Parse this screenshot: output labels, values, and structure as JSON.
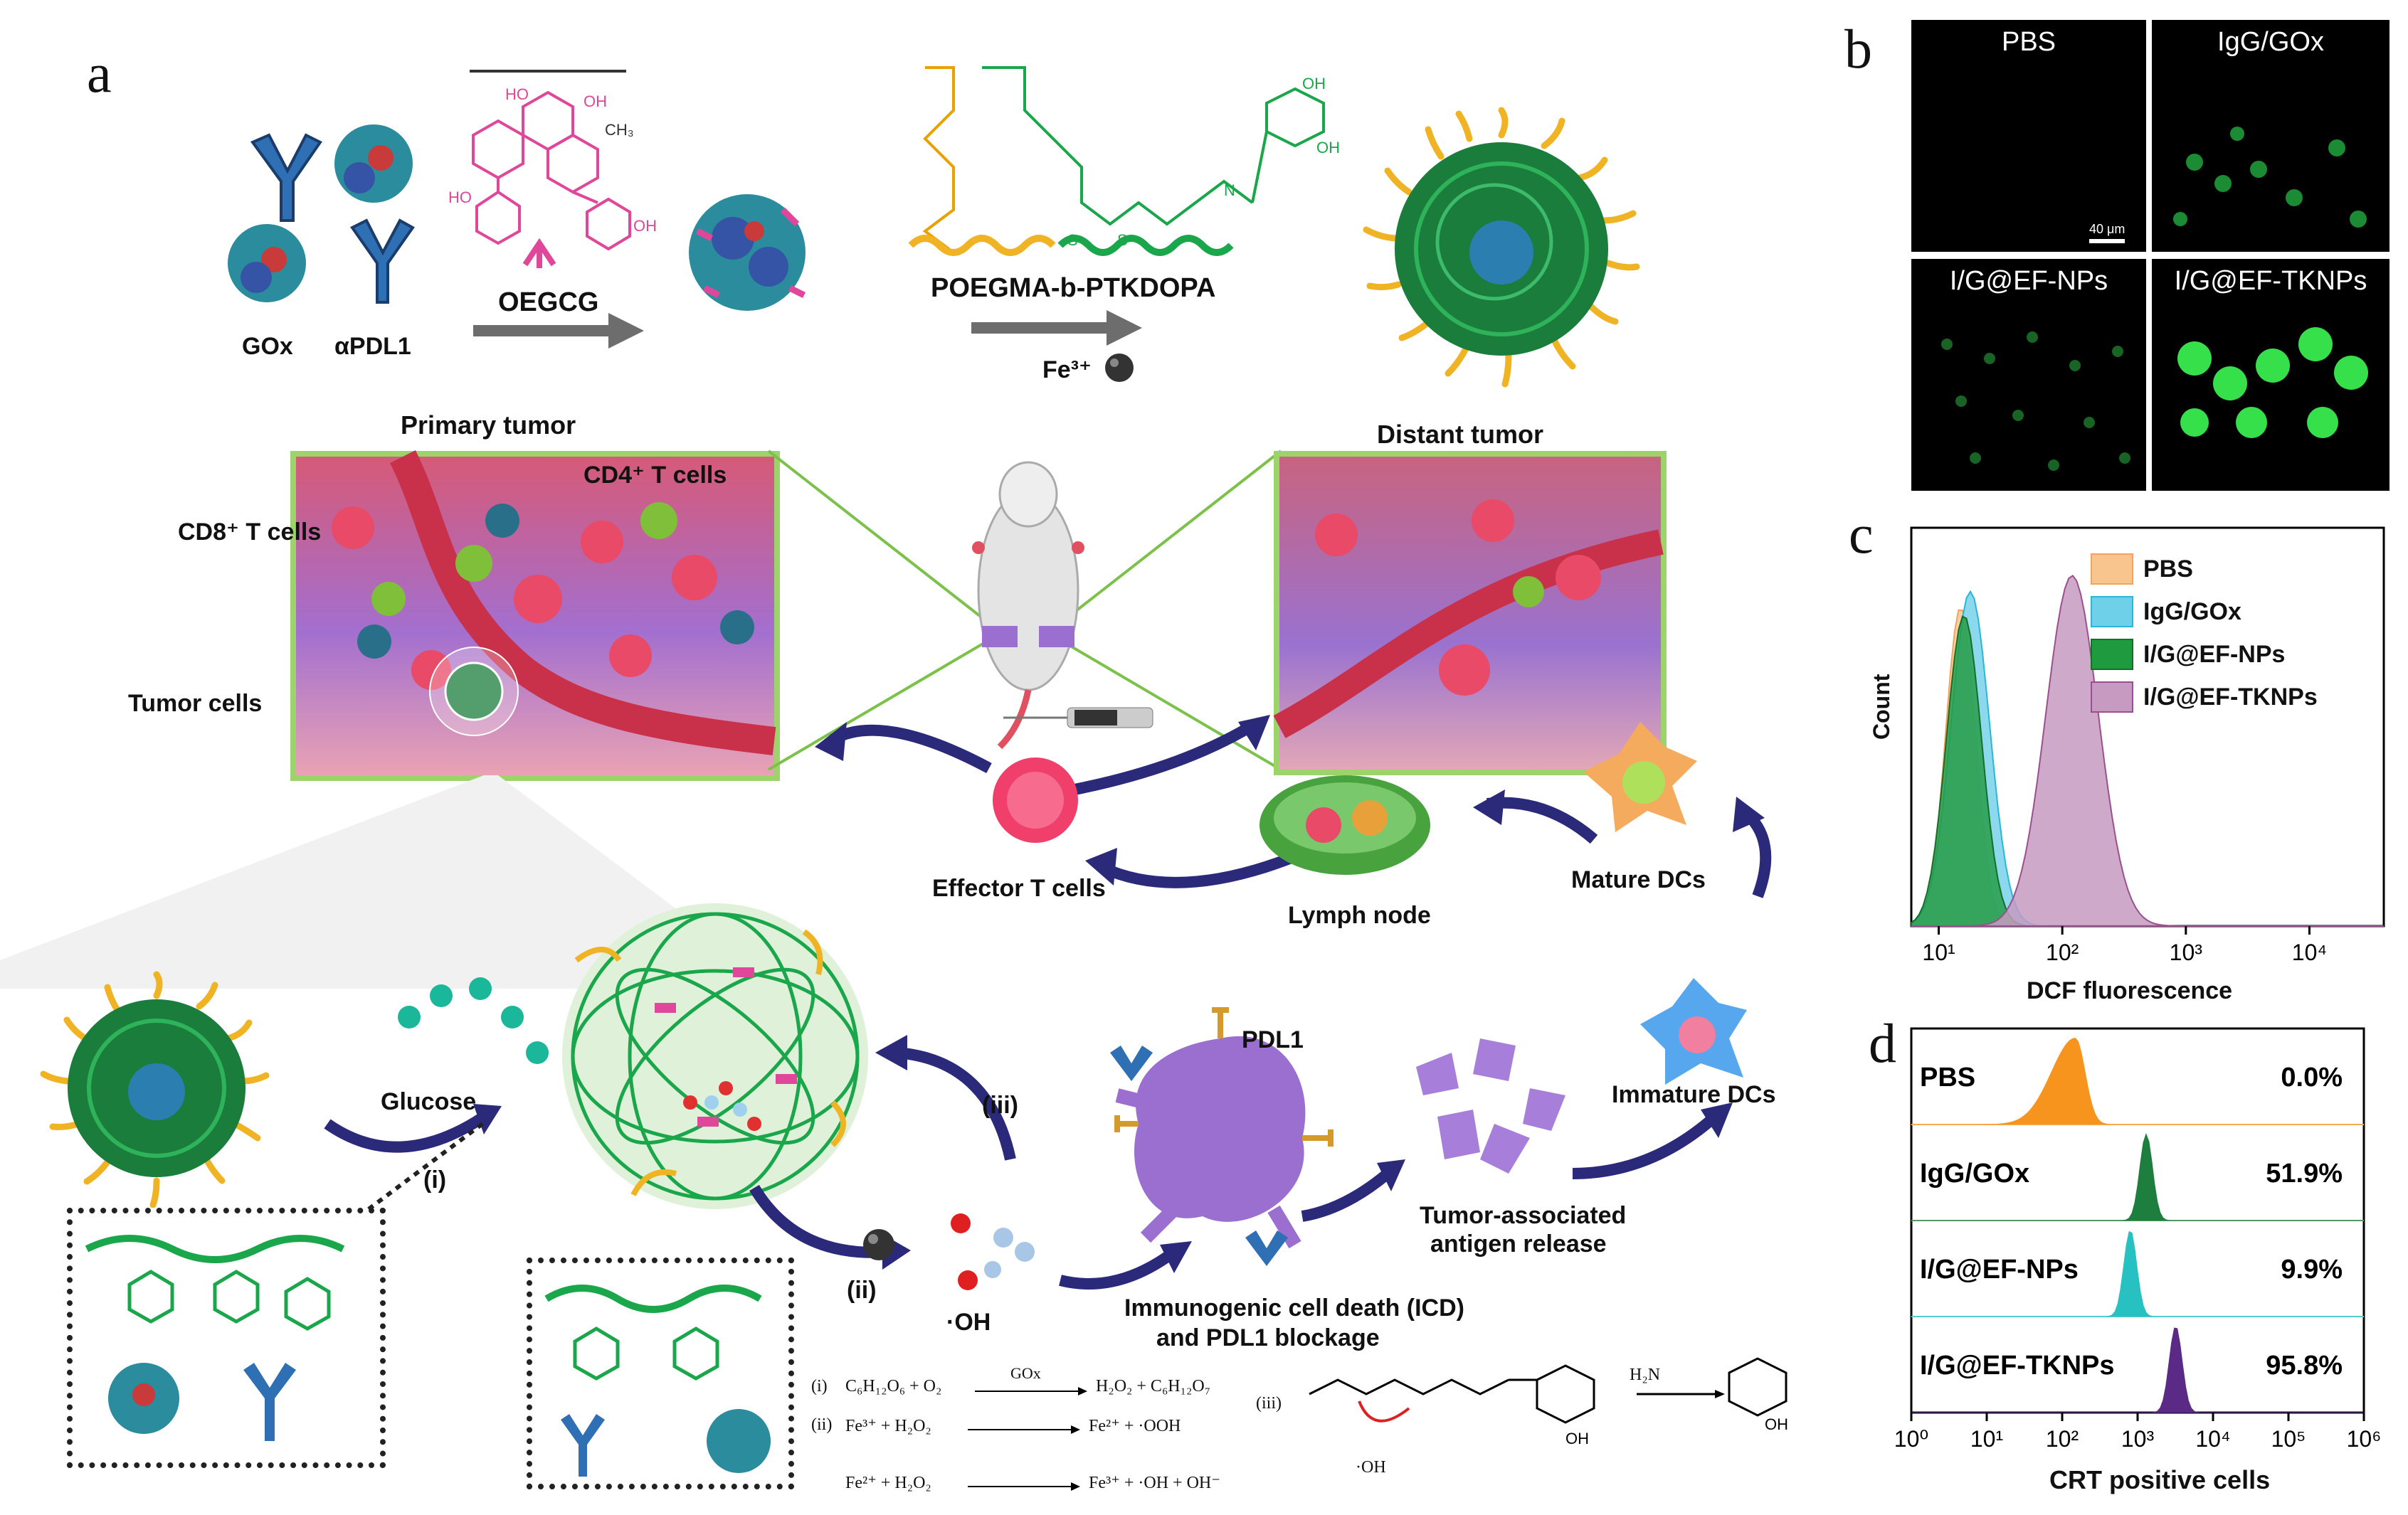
{
  "panels": {
    "a": "a",
    "b": "b",
    "c": "c",
    "d": "d"
  },
  "schematic": {
    "gox": "GOx",
    "apdl1": "αPDL1",
    "oegcg": "OEGCG",
    "polymer": "POEGMA-b-PTKDOPA",
    "fe": "Fe³⁺",
    "primary_tumor": "Primary tumor",
    "distant_tumor": "Distant tumor",
    "cd4": "CD4⁺ T cells",
    "cd8": "CD8⁺ T cells",
    "tumor_cells": "Tumor cells",
    "effector": "Effector T cells",
    "lymph": "Lymph node",
    "mature": "Mature DCs",
    "immature": "Immature DCs",
    "glucose": "Glucose",
    "step_i": "(i)",
    "step_ii": "(ii)",
    "step_iii": "(iii)",
    "oh": "·OH",
    "pdl1": "PDL1",
    "icd1": "Immunogenic cell death (ICD)",
    "icd2": "and PDL1 blockage",
    "taa1": "Tumor-associated",
    "taa2": "antigen release"
  },
  "equations": {
    "r1_num": "(i)",
    "r1_left": "C₆H₁₂O₆ + O₂",
    "r1_cat": "GOx",
    "r1_right": "H₂O₂ + C₆H₁₂O₇",
    "r2_num": "(ii)",
    "r2_left": "Fe³⁺ + H₂O₂",
    "r2_right": "Fe²⁺ + ·OOH",
    "r3_left": "Fe²⁺ + H₂O₂",
    "r3_right": "Fe³⁺ + ·OH + OH⁻",
    "r4_num": "(iii)",
    "r4_oh": "·OH",
    "r4_product": "H₂N"
  },
  "micrographs": {
    "items": [
      "PBS",
      "IgG/GOx",
      "I/G@EF-NPs",
      "I/G@EF-TKNPs"
    ],
    "scale": "40 μm"
  },
  "colors": {
    "pbs": "#f5a25d",
    "igg": "#29b6d8",
    "np": "#1f9a3e",
    "tknp": "#9c4f8f",
    "orange": "#f7941d",
    "teal": "#27c1c1",
    "darkgreen": "#1e7e3e",
    "purple": "#5b2a86",
    "green": "#1aa64a",
    "tumor": "#9b6fd0",
    "arrow": "#2b2a7a"
  },
  "chart_data": [
    {
      "type": "area",
      "panel": "c",
      "xlabel": "DCF fluorescence",
      "ylabel": "Count",
      "xscale": "log",
      "xlim": [
        6,
        40000
      ],
      "x_ticks": [
        "10¹",
        "10²",
        "10³",
        "10⁴"
      ],
      "legend": "top-right",
      "series": [
        {
          "name": "PBS",
          "peak_x": 15,
          "peak_y": 0.8,
          "width": 0.17
        },
        {
          "name": "IgG/GOx",
          "peak_x": 18,
          "peak_y": 0.84,
          "width": 0.22
        },
        {
          "name": "I/G@EF-NPs",
          "peak_x": 16,
          "peak_y": 0.78,
          "width": 0.2
        },
        {
          "name": "I/G@EF-TKNPs",
          "peak_x": 120,
          "peak_y": 0.88,
          "width": 0.3
        }
      ]
    },
    {
      "type": "area",
      "panel": "d",
      "xlabel": "CRT positive cells",
      "xscale": "log",
      "xlim": [
        1,
        1000000
      ],
      "x_ticks": [
        "10⁰",
        "10¹",
        "10²",
        "10³",
        "10⁴",
        "10⁵",
        "10⁶"
      ],
      "series": [
        {
          "name": "PBS",
          "percent": "0.0%",
          "peak_x": 150
        },
        {
          "name": "IgG/GOx",
          "percent": "51.9%",
          "peak_x": 1300
        },
        {
          "name": "I/G@EF-NPs",
          "percent": "9.9%",
          "peak_x": 800
        },
        {
          "name": "I/G@EF-TKNPs",
          "percent": "95.8%",
          "peak_x": 3200
        }
      ]
    }
  ]
}
